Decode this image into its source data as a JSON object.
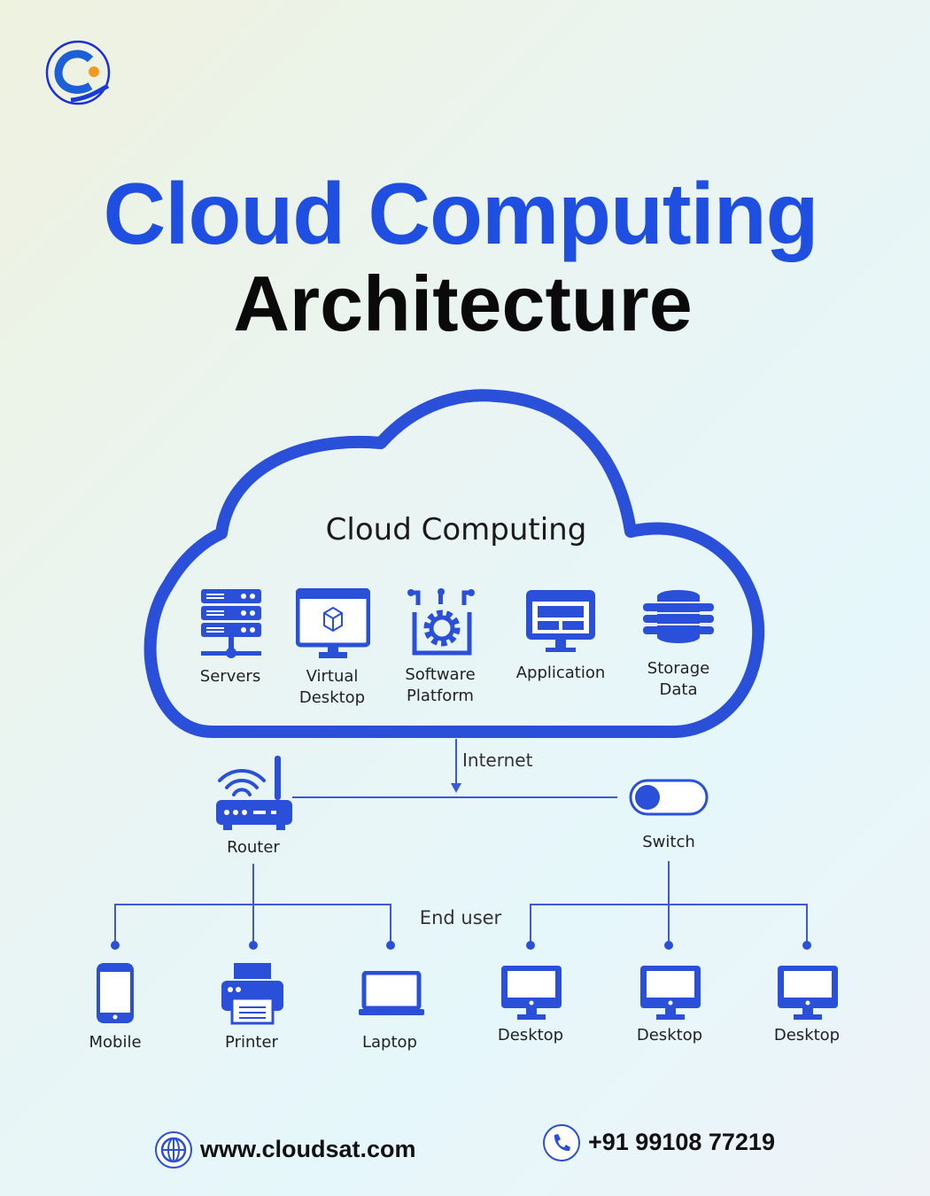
{
  "title": {
    "line1": "Cloud Computing",
    "line2": "Architecture"
  },
  "cloud": {
    "title": "Cloud Computing",
    "services": [
      {
        "icon": "server-rack-icon",
        "label": "Servers"
      },
      {
        "icon": "virtual-desktop-icon",
        "label": "Virtual Desktop"
      },
      {
        "icon": "software-platform-icon",
        "label": "Software Platform"
      },
      {
        "icon": "application-icon",
        "label": "Application"
      },
      {
        "icon": "storage-database-icon",
        "label": "Storage Data"
      }
    ]
  },
  "network": {
    "internet": "Internet",
    "router": "Router",
    "switch": "Switch",
    "end_user": "End user"
  },
  "devices": {
    "left": [
      "Mobile",
      "Printer",
      "Laptop"
    ],
    "right": [
      "Desktop",
      "Desktop",
      "Desktop"
    ]
  },
  "footer": {
    "website": "www.cloudsat.com",
    "phone": "+91 99108 77219"
  },
  "colors": {
    "accent": "#1f4fe0",
    "icon": "#2a4fd8"
  }
}
